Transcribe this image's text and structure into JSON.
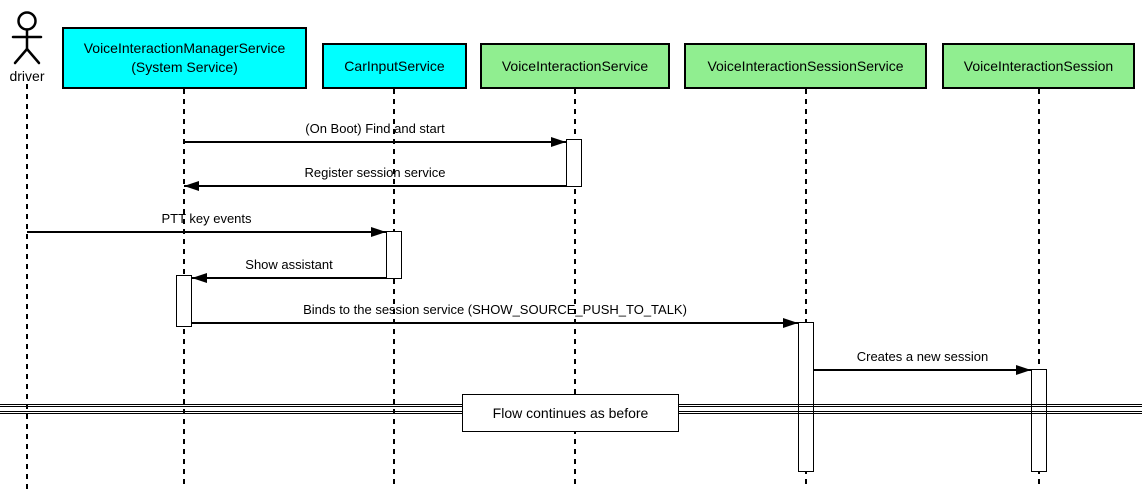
{
  "diagram_type": "uml-sequence",
  "actor": {
    "label": "driver"
  },
  "participants": [
    {
      "label": "VoiceInteractionManagerService",
      "sublabel": "(System Service)",
      "color": "#00FFFF"
    },
    {
      "label": "CarInputService",
      "sublabel": "",
      "color": "#00FFFF"
    },
    {
      "label": "VoiceInteractionService",
      "sublabel": "",
      "color": "#90EE90"
    },
    {
      "label": "VoiceInteractionSessionService",
      "sublabel": "",
      "color": "#90EE90"
    },
    {
      "label": "VoiceInteractionSession",
      "sublabel": "",
      "color": "#90EE90"
    }
  ],
  "messages": [
    {
      "label": "(On Boot) Find and start",
      "from": "VoiceInteractionManagerService",
      "to": "VoiceInteractionService",
      "direction": "right"
    },
    {
      "label": "Register session service",
      "from": "VoiceInteractionService",
      "to": "VoiceInteractionManagerService",
      "direction": "left"
    },
    {
      "label": "PTT key events",
      "from": "driver",
      "to": "CarInputService",
      "direction": "right"
    },
    {
      "label": "Show assistant",
      "from": "CarInputService",
      "to": "VoiceInteractionManagerService",
      "direction": "left"
    },
    {
      "label": "Binds to the session service (SHOW_SOURCE_PUSH_TO_TALK)",
      "from": "VoiceInteractionManagerService",
      "to": "VoiceInteractionSessionService",
      "direction": "right"
    },
    {
      "label": "Creates a new session",
      "from": "VoiceInteractionSessionService",
      "to": "VoiceInteractionSession",
      "direction": "right"
    }
  ],
  "divider": {
    "label": "Flow continues as before"
  },
  "colors": {
    "participant_cyan": "#00FFFF",
    "participant_green": "#90EE90",
    "line": "#000000",
    "activation_fill": "#FFFFFF",
    "background": "#FFFFFF"
  }
}
